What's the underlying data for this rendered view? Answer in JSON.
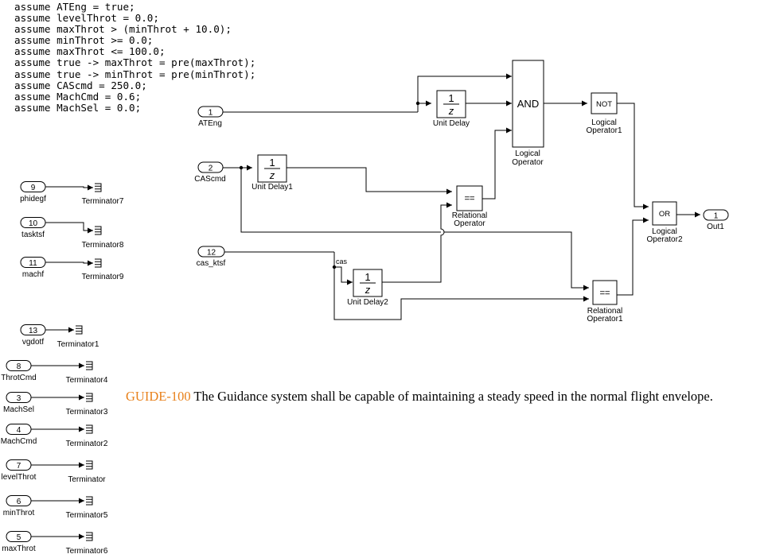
{
  "assumptions": [
    "assume ATEng = true;",
    "assume levelThrot = 0.0;",
    "assume maxThrot > (minThrot + 10.0);",
    "assume minThrot >= 0.0;",
    "assume maxThrot <= 100.0;",
    "assume true -> maxThrot = pre(maxThrot);",
    "assume true -> minThrot = pre(minThrot);",
    "assume CAScmd = 250.0;",
    "assume MachCmd = 0.6;",
    "assume MachSel = 0.0;"
  ],
  "requirement": {
    "id": "GUIDE-100",
    "text": " The Guidance system shall be capable of maintaining a steady speed in the normal flight envelope."
  },
  "blocks": {
    "inport_ateng": {
      "number": "1",
      "label": "ATEng"
    },
    "inport_cascmd": {
      "number": "2",
      "label": "CAScmd"
    },
    "inport_cas_ktsf": {
      "number": "12",
      "label": "cas_ktsf"
    },
    "unit_delay": {
      "num": "1",
      "den": "z",
      "label": "Unit Delay"
    },
    "unit_delay1": {
      "num": "1",
      "den": "z",
      "label": "Unit Delay1"
    },
    "unit_delay2": {
      "num": "1",
      "den": "z",
      "label": "Unit Delay2"
    },
    "and_gate": {
      "op": "AND",
      "label_line1": "Logical",
      "label_line2": "Operator"
    },
    "not_gate": {
      "op": "NOT",
      "label_line1": "Logical",
      "label_line2": "Operator1"
    },
    "or_gate": {
      "op": "OR",
      "label_line1": "Logical",
      "label_line2": "Operator2"
    },
    "relational": {
      "op": "==",
      "label_line1": "Relational",
      "label_line2": "Operator"
    },
    "relational1": {
      "op": "==",
      "label_line1": "Relational",
      "label_line2": "Operator1"
    },
    "outport": {
      "number": "1",
      "label": "Out1"
    },
    "signal_cas": "cas"
  },
  "terminated_inputs": [
    {
      "number": "9",
      "label": "phidegf",
      "terminator": "Terminator7"
    },
    {
      "number": "10",
      "label": "tasktsf",
      "terminator": "Terminator8"
    },
    {
      "number": "11",
      "label": "machf",
      "terminator": "Terminator9"
    },
    {
      "number": "13",
      "label": "vgdotf",
      "terminator": "Terminator1"
    },
    {
      "number": "8",
      "label": "ThrotCmd",
      "terminator": "Terminator4"
    },
    {
      "number": "3",
      "label": "MachSel",
      "terminator": "Terminator3"
    },
    {
      "number": "4",
      "label": "MachCmd",
      "terminator": "Terminator2"
    },
    {
      "number": "7",
      "label": "levelThrot",
      "terminator": "Terminator"
    },
    {
      "number": "6",
      "label": "minThrot",
      "terminator": "Terminator5"
    },
    {
      "number": "5",
      "label": "maxThrot",
      "terminator": "Terminator6"
    }
  ]
}
